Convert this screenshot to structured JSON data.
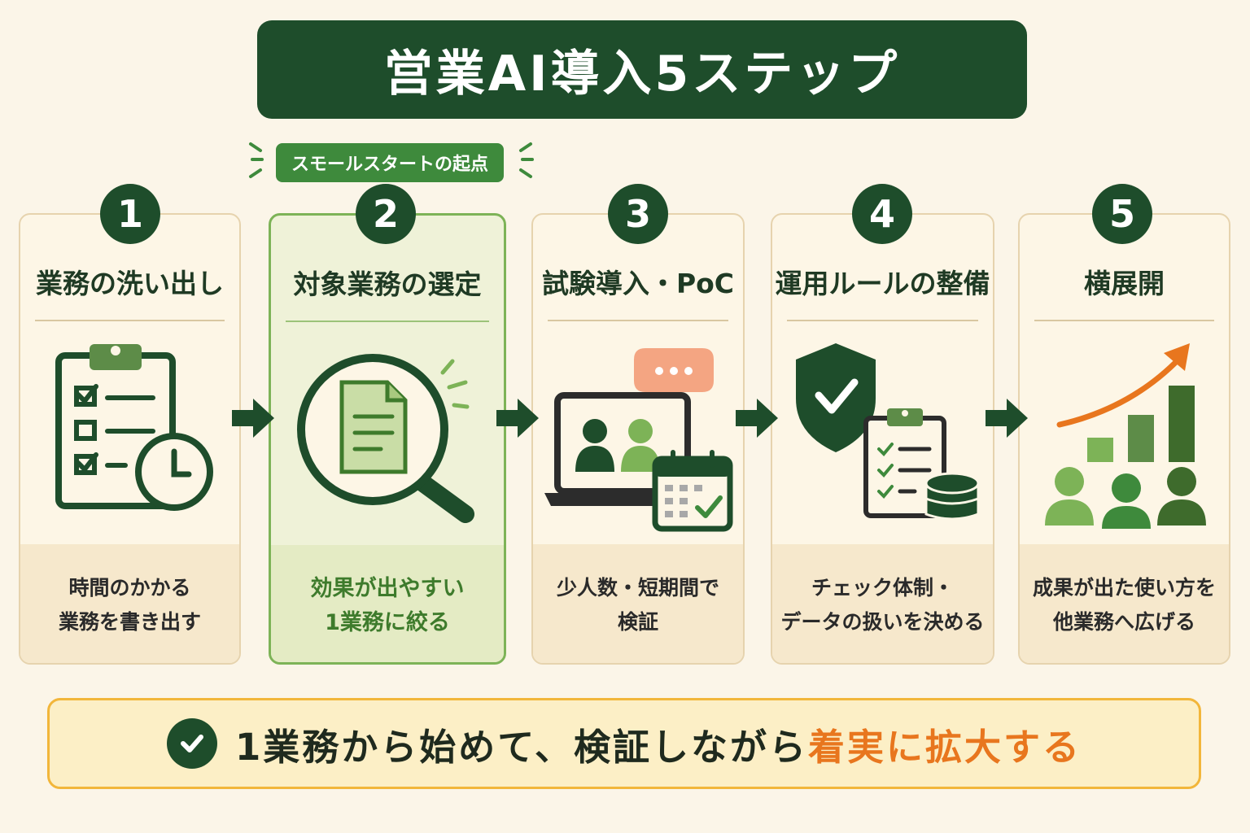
{
  "title": "営業AI導入5ステップ",
  "badge": "スモールスタートの起点",
  "steps": [
    {
      "number": "1",
      "title": "業務の洗い出し",
      "desc_line1": "時間のかかる",
      "desc_line2": "業務を書き出す"
    },
    {
      "number": "2",
      "title": "対象業務の選定",
      "desc_line1": "効果が出やすい",
      "desc_line2": "1業務に絞る"
    },
    {
      "number": "3",
      "title": "試験導入・PoC",
      "desc_line1": "少人数・短期間で",
      "desc_line2": "検証"
    },
    {
      "number": "4",
      "title": "運用ルールの整備",
      "desc_line1": "チェック体制・",
      "desc_line2": "データの扱いを決める"
    },
    {
      "number": "5",
      "title": "横展開",
      "desc_line1": "成果が出た使い方を",
      "desc_line2": "他業務へ広げる"
    }
  ],
  "summary": {
    "main": "1業務から始めて、検証しながら",
    "accent": "着実に拡大する"
  },
  "colors": {
    "dark_green": "#1E4D2B",
    "mid_green": "#3E8A3C",
    "light_green": "#7DB357",
    "orange": "#E8761E",
    "cream": "#FBF5E8",
    "border_tan": "#E6D3AE"
  },
  "icons": [
    "clipboard-checklist-clock-icon",
    "magnifier-document-icon",
    "laptop-video-chat-calendar-icon",
    "shield-clipboard-database-icon",
    "growth-chart-team-icon",
    "check-circle-icon"
  ]
}
